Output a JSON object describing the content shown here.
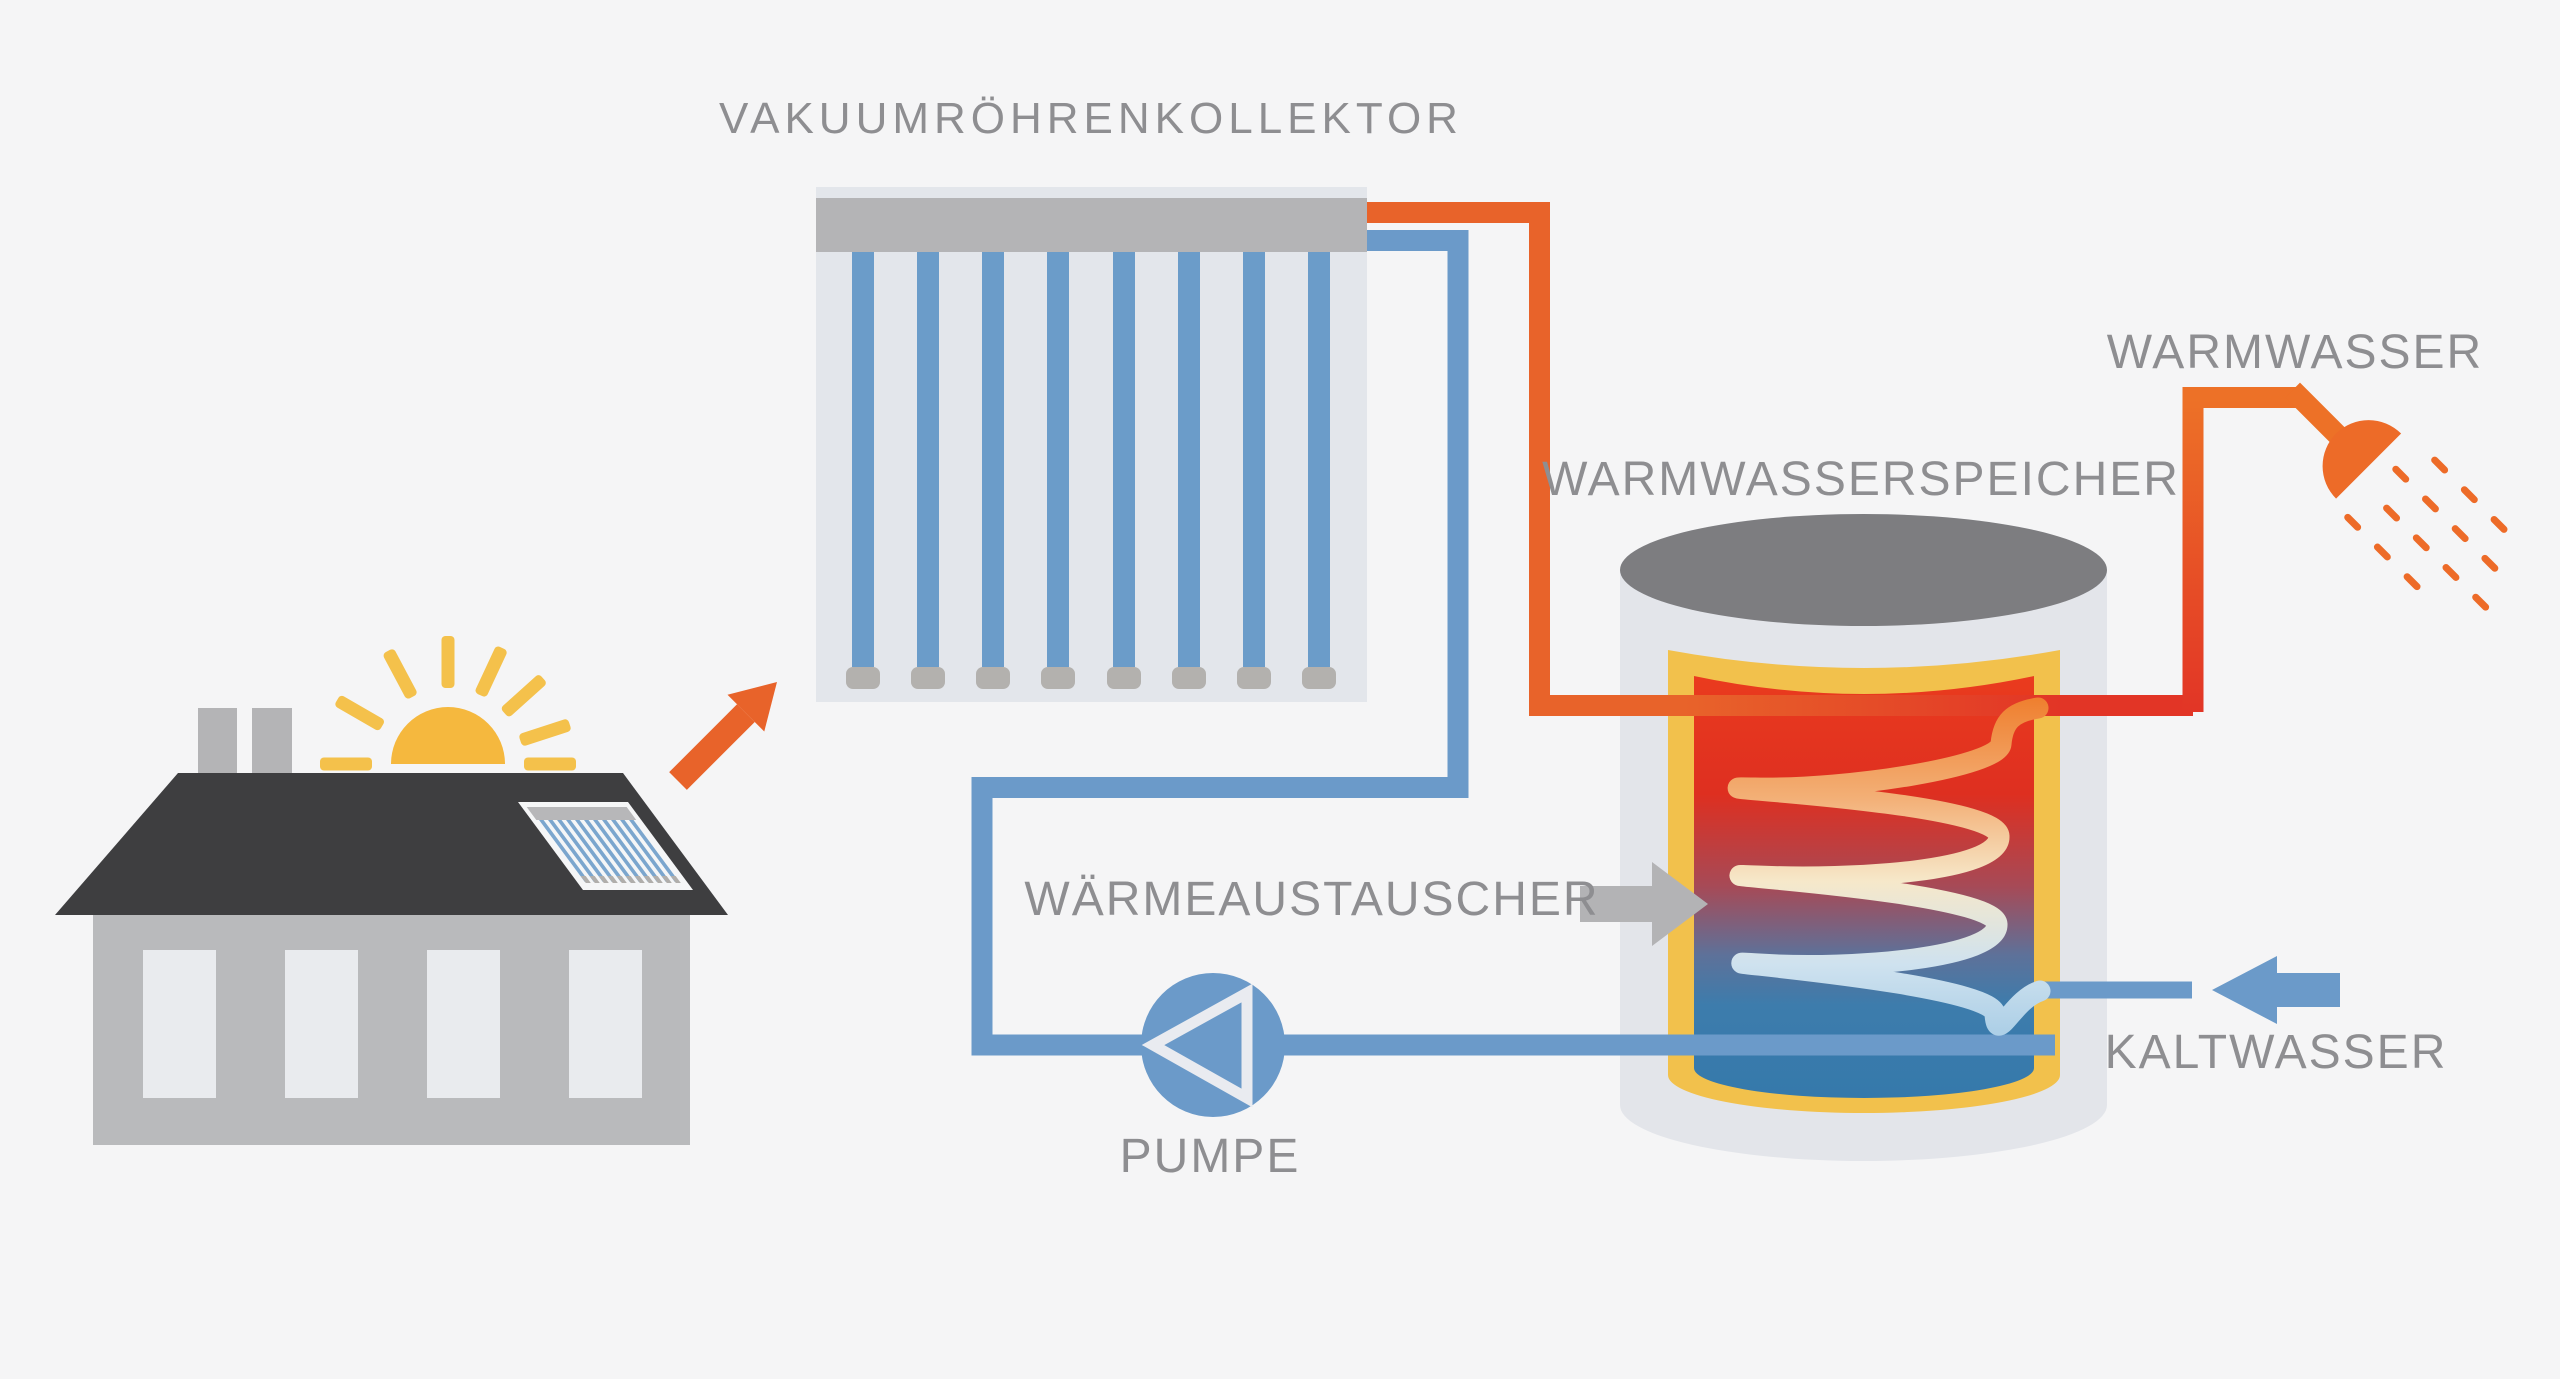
{
  "title": "VAKUUMRÖHRENKOLLEKTOR",
  "labels": {
    "collector": "VAKUUMRÖHRENKOLLEKTOR",
    "storage_tank": "WARMWASSERSPEICHER",
    "heat_exchanger": "WÄRMEAUSTAUSCHER",
    "pump": "PUMPE",
    "hot_water": "WARMWASSER",
    "cold_water": "KALTWASSER"
  },
  "icons": {
    "sun": "sun-icon",
    "house": "house-icon",
    "roof_collector": "roof-collector-icon",
    "solar_radiation_arrow": "orange-up-right-arrow",
    "heat_exchanger_arrow": "gray-right-arrow",
    "cold_water_arrow": "blue-left-arrow",
    "pump": "pump-valve-icon",
    "shower": "shower-head-icon"
  },
  "colors": {
    "background": "#f5f5f6",
    "label_gray": "#8e8e91",
    "solar_feed_orange": "#e8632a",
    "hot_water_red": "#e23526",
    "cold_loop_blue": "#6b9ac9",
    "panel_background": "#e3e6eb",
    "panel_header_gray": "#b4b4b6",
    "tube_blue": "#6b9cc9",
    "tube_cap_gray": "#b3b1ae",
    "tank_body_gray": "#e3e5ea",
    "tank_lid_gray": "#7d7d80",
    "tank_insulation_yellow": "#f2c14c",
    "tank_hot_red": "#e93a1e",
    "tank_cold_blue": "#3579ab",
    "arrow_gray": "#b3b3b5",
    "house_wall_gray": "#b9babc",
    "roof_dark": "#3e3e40",
    "window_light": "#e9ebee",
    "sun_yellow": "#f5b83e",
    "sun_ray_yellow": "#f4c14b"
  },
  "system": {
    "type": "solar-thermal-hot-water-system",
    "flow_loops": [
      {
        "name": "solar loop hot feed",
        "color": "#e8632a",
        "from": "vacuum tube collector",
        "to": "heat exchanger coil in storage tank"
      },
      {
        "name": "solar loop cold return",
        "color": "#6b9ac9",
        "from": "heat exchanger coil",
        "to": "collector via pump"
      },
      {
        "name": "domestic hot water",
        "color": "#e23526",
        "from": "storage tank top",
        "to": "shower"
      },
      {
        "name": "domestic cold water",
        "color": "#6b9ac9",
        "from": "cold water inlet",
        "to": "storage tank bottom"
      }
    ],
    "collector_tube_count": 8
  }
}
